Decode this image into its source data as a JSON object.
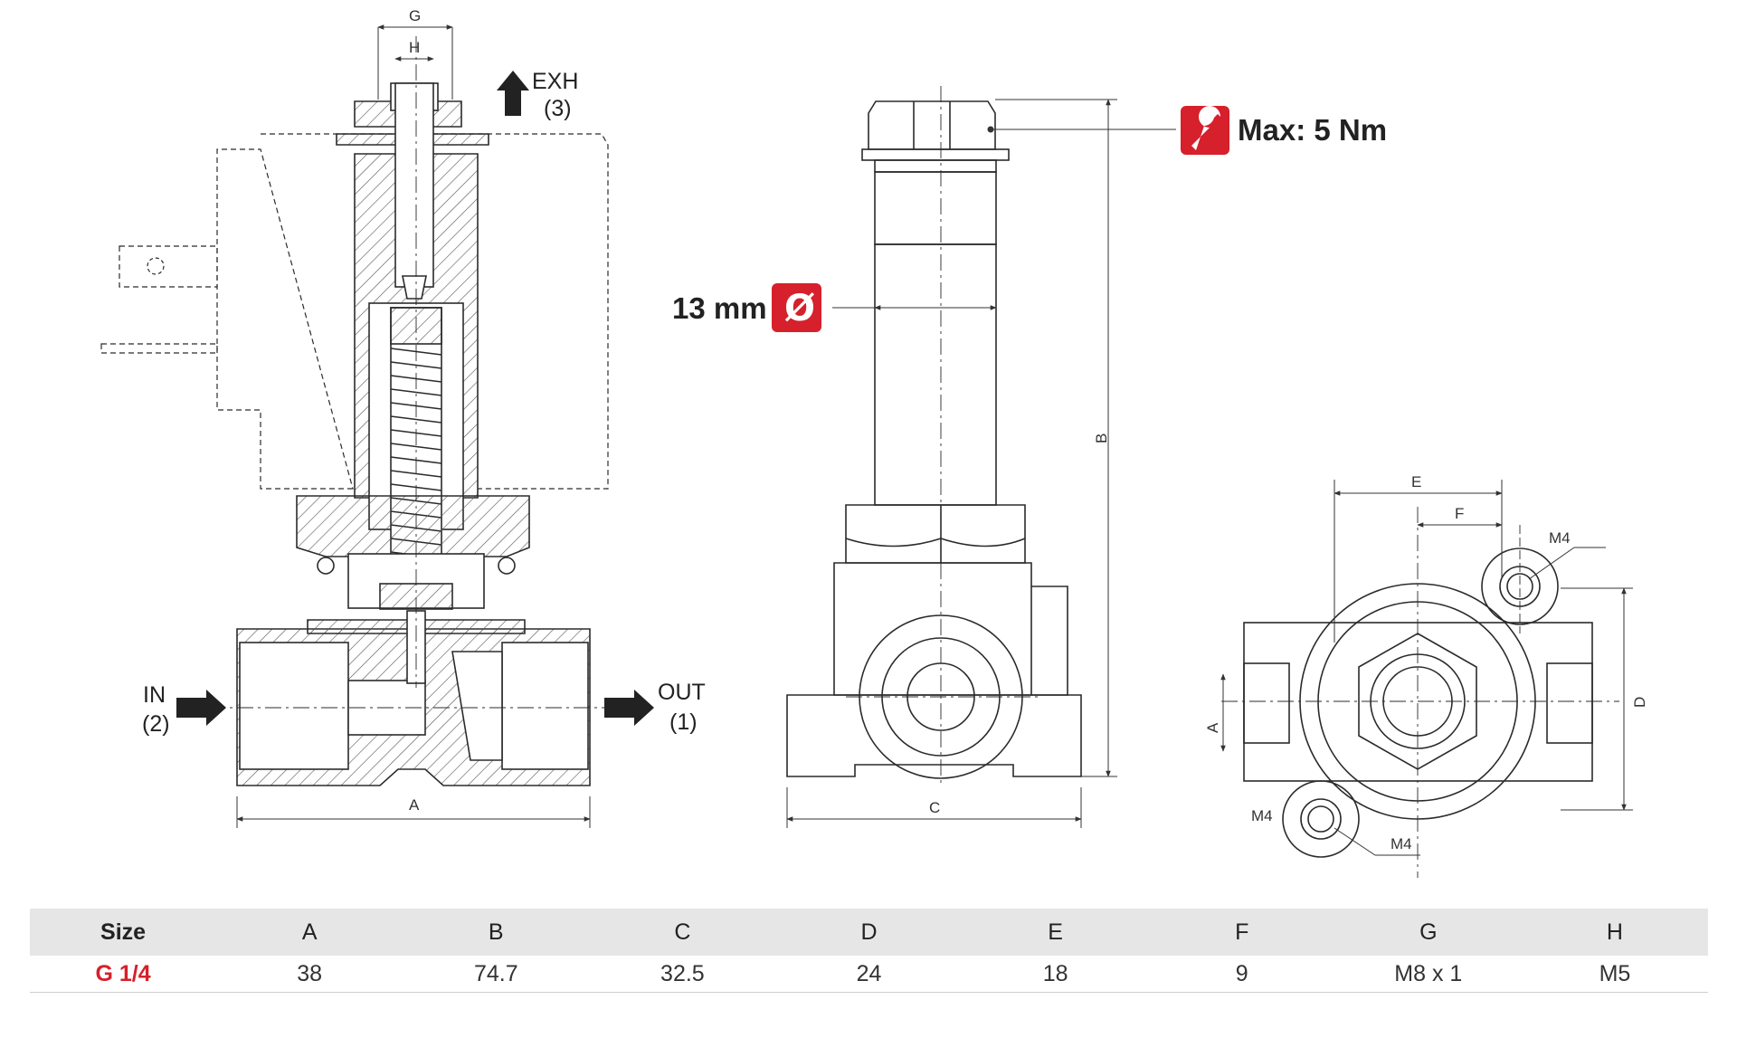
{
  "left_view": {
    "dim_g": "G",
    "dim_h": "H",
    "dim_a": "A",
    "exhaust_label": "EXH",
    "exhaust_port": "(3)",
    "inlet_label": "IN",
    "inlet_port": "(2)",
    "outlet_label": "OUT",
    "outlet_port": "(1)"
  },
  "middle_view": {
    "torque_callout": "Max: 5 Nm",
    "torque_icon": "wrench-icon",
    "tube_diameter": "13 mm",
    "diameter_symbol": "Ø",
    "dim_b": "B",
    "dim_c": "C"
  },
  "right_view": {
    "dim_e": "E",
    "dim_f": "F",
    "dim_a": "A",
    "dim_d": "D",
    "thread_top": "M4",
    "thread_bottom_left": "M4",
    "thread_bottom": "M4"
  },
  "colors": {
    "accent": "#d6202b",
    "line": "#2b2b2b",
    "table_header": "#e6e6e6"
  },
  "table": {
    "headers": [
      "Size",
      "A",
      "B",
      "C",
      "D",
      "E",
      "F",
      "G",
      "H"
    ],
    "row": [
      "G 1/4",
      "38",
      "74.7",
      "32.5",
      "24",
      "18",
      "9",
      "M8 x 1",
      "M5"
    ]
  }
}
